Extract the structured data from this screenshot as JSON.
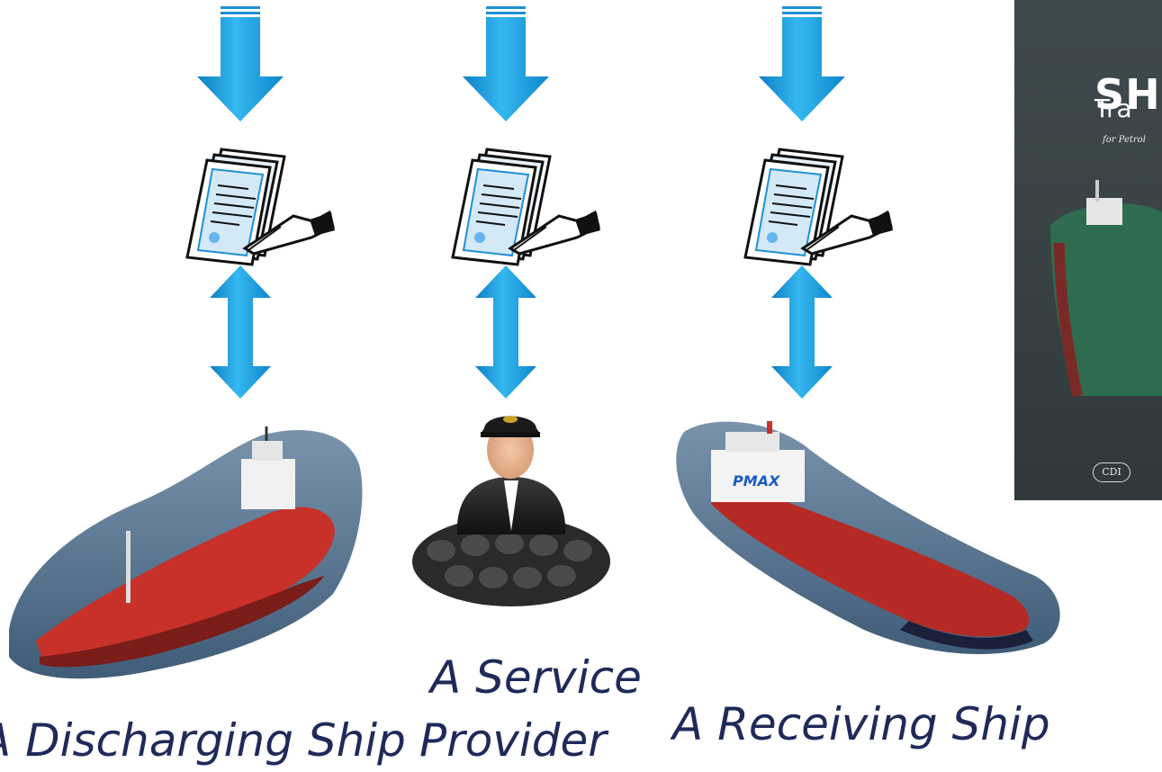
{
  "captions": {
    "discharging": "A Discharging Ship",
    "provider_line1": "A Service",
    "provider_line2": "Provider",
    "receiving": "A Receiving Ship"
  },
  "book": {
    "title": "SH",
    "subtitle": "Tra",
    "small": "for Petrol",
    "logo": "CDI"
  },
  "colors": {
    "arrow": "#1ba7e6",
    "caption": "#1f2a5a",
    "hull_red": "#c8302a"
  }
}
